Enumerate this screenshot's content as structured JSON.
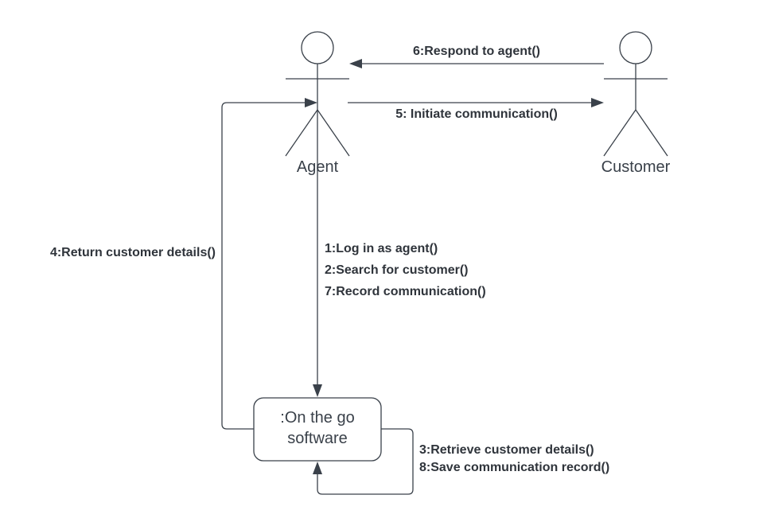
{
  "actors": {
    "agent": "Agent",
    "customer": "Customer"
  },
  "system": {
    "line1": ":On the go",
    "line2": "software"
  },
  "messages": {
    "respond_to_agent": "6:Respond to agent()",
    "initiate_communication": "5: Initiate communication()",
    "return_customer_details": "4:Return customer details()",
    "log_in": "1:Log in as agent()",
    "search_customer": "2:Search for customer()",
    "record_communication": "7:Record communication()",
    "retrieve_details": "3:Retrieve customer details()",
    "save_record": "8:Save communication record()"
  },
  "colors": {
    "line": "#3a414a",
    "text": "#2f343b"
  }
}
